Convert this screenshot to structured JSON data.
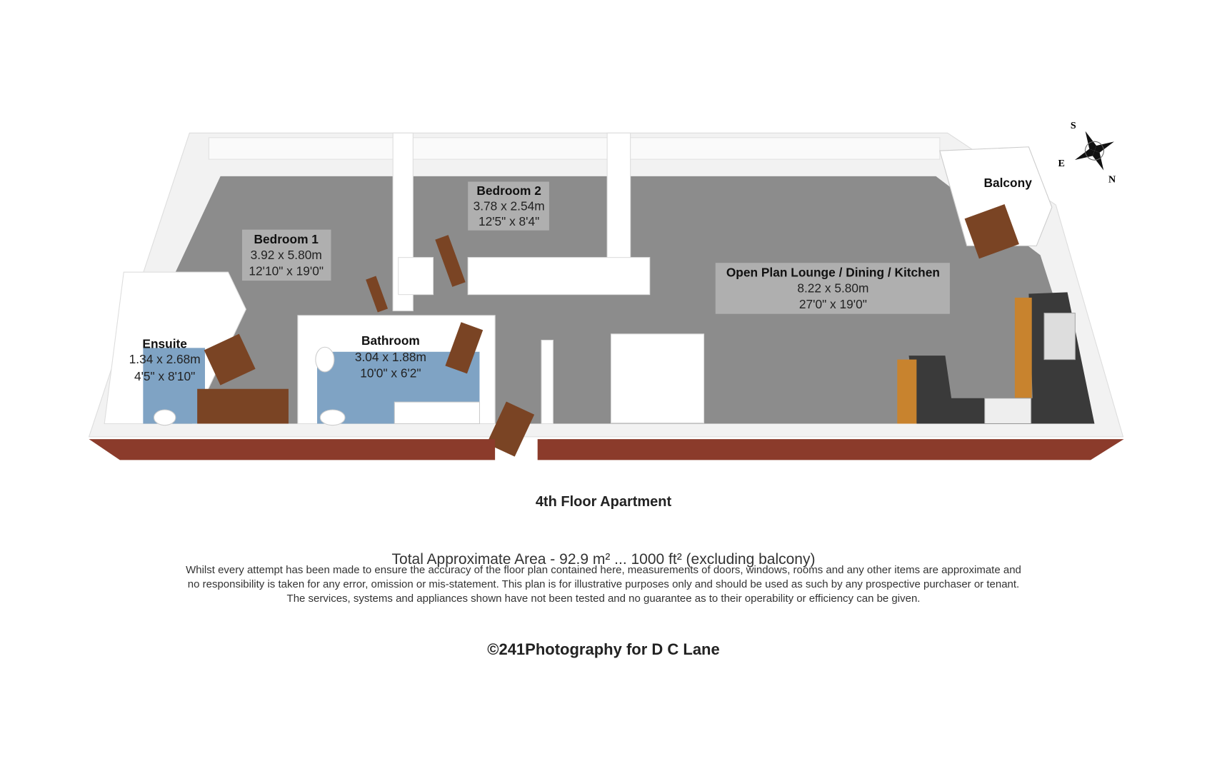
{
  "rooms": [
    {
      "name": "Bedroom 1",
      "metric": "3.92 x 5.80m",
      "imperial": "12'10\" x 19'0\""
    },
    {
      "name": "Bedroom 2",
      "metric": "3.78 x 2.54m",
      "imperial": "12'5\" x 8'4\""
    },
    {
      "name": "Open Plan Lounge / Dining / Kitchen",
      "metric": "8.22 x 5.80m",
      "imperial": "27'0\" x 19'0\""
    },
    {
      "name": "Ensuite",
      "metric": "1.34 x 2.68m",
      "imperial": "4'5\" x 8'10\""
    },
    {
      "name": "Bathroom",
      "metric": "3.04 x 1.88m",
      "imperial": "10'0\" x 6'2\""
    },
    {
      "name": "Balcony"
    }
  ],
  "compass": {
    "s": "S",
    "e": "E",
    "n": "N"
  },
  "floor_title": "4th Floor Apartment",
  "total_area": "Total Approximate Area - 92.9 m² ... 1000 ft²  (excluding balcony)",
  "disclaimer": [
    "Whilst every attempt has been made to ensure the accuracy of the floor plan contained here, measurements of doors, windows, rooms and any other items are approximate and",
    "no responsibility is taken for any error, omission or mis-statement.  This plan is for illustrative purposes only and should be used as such by any prospective purchaser or tenant.",
    "The services, systems and appliances shown have not been tested and no guarantee as to their operability or efficiency can be given."
  ],
  "copyright": "©241Photography for D C Lane",
  "colors": {
    "floor": "#8c8c8c",
    "wall": "#ffffff",
    "brick": "#8b3b2b",
    "door": "#7a4424",
    "tile": "#7fa3c4",
    "worktop": "#3a3a3a",
    "cabinet": "#c8832e"
  }
}
